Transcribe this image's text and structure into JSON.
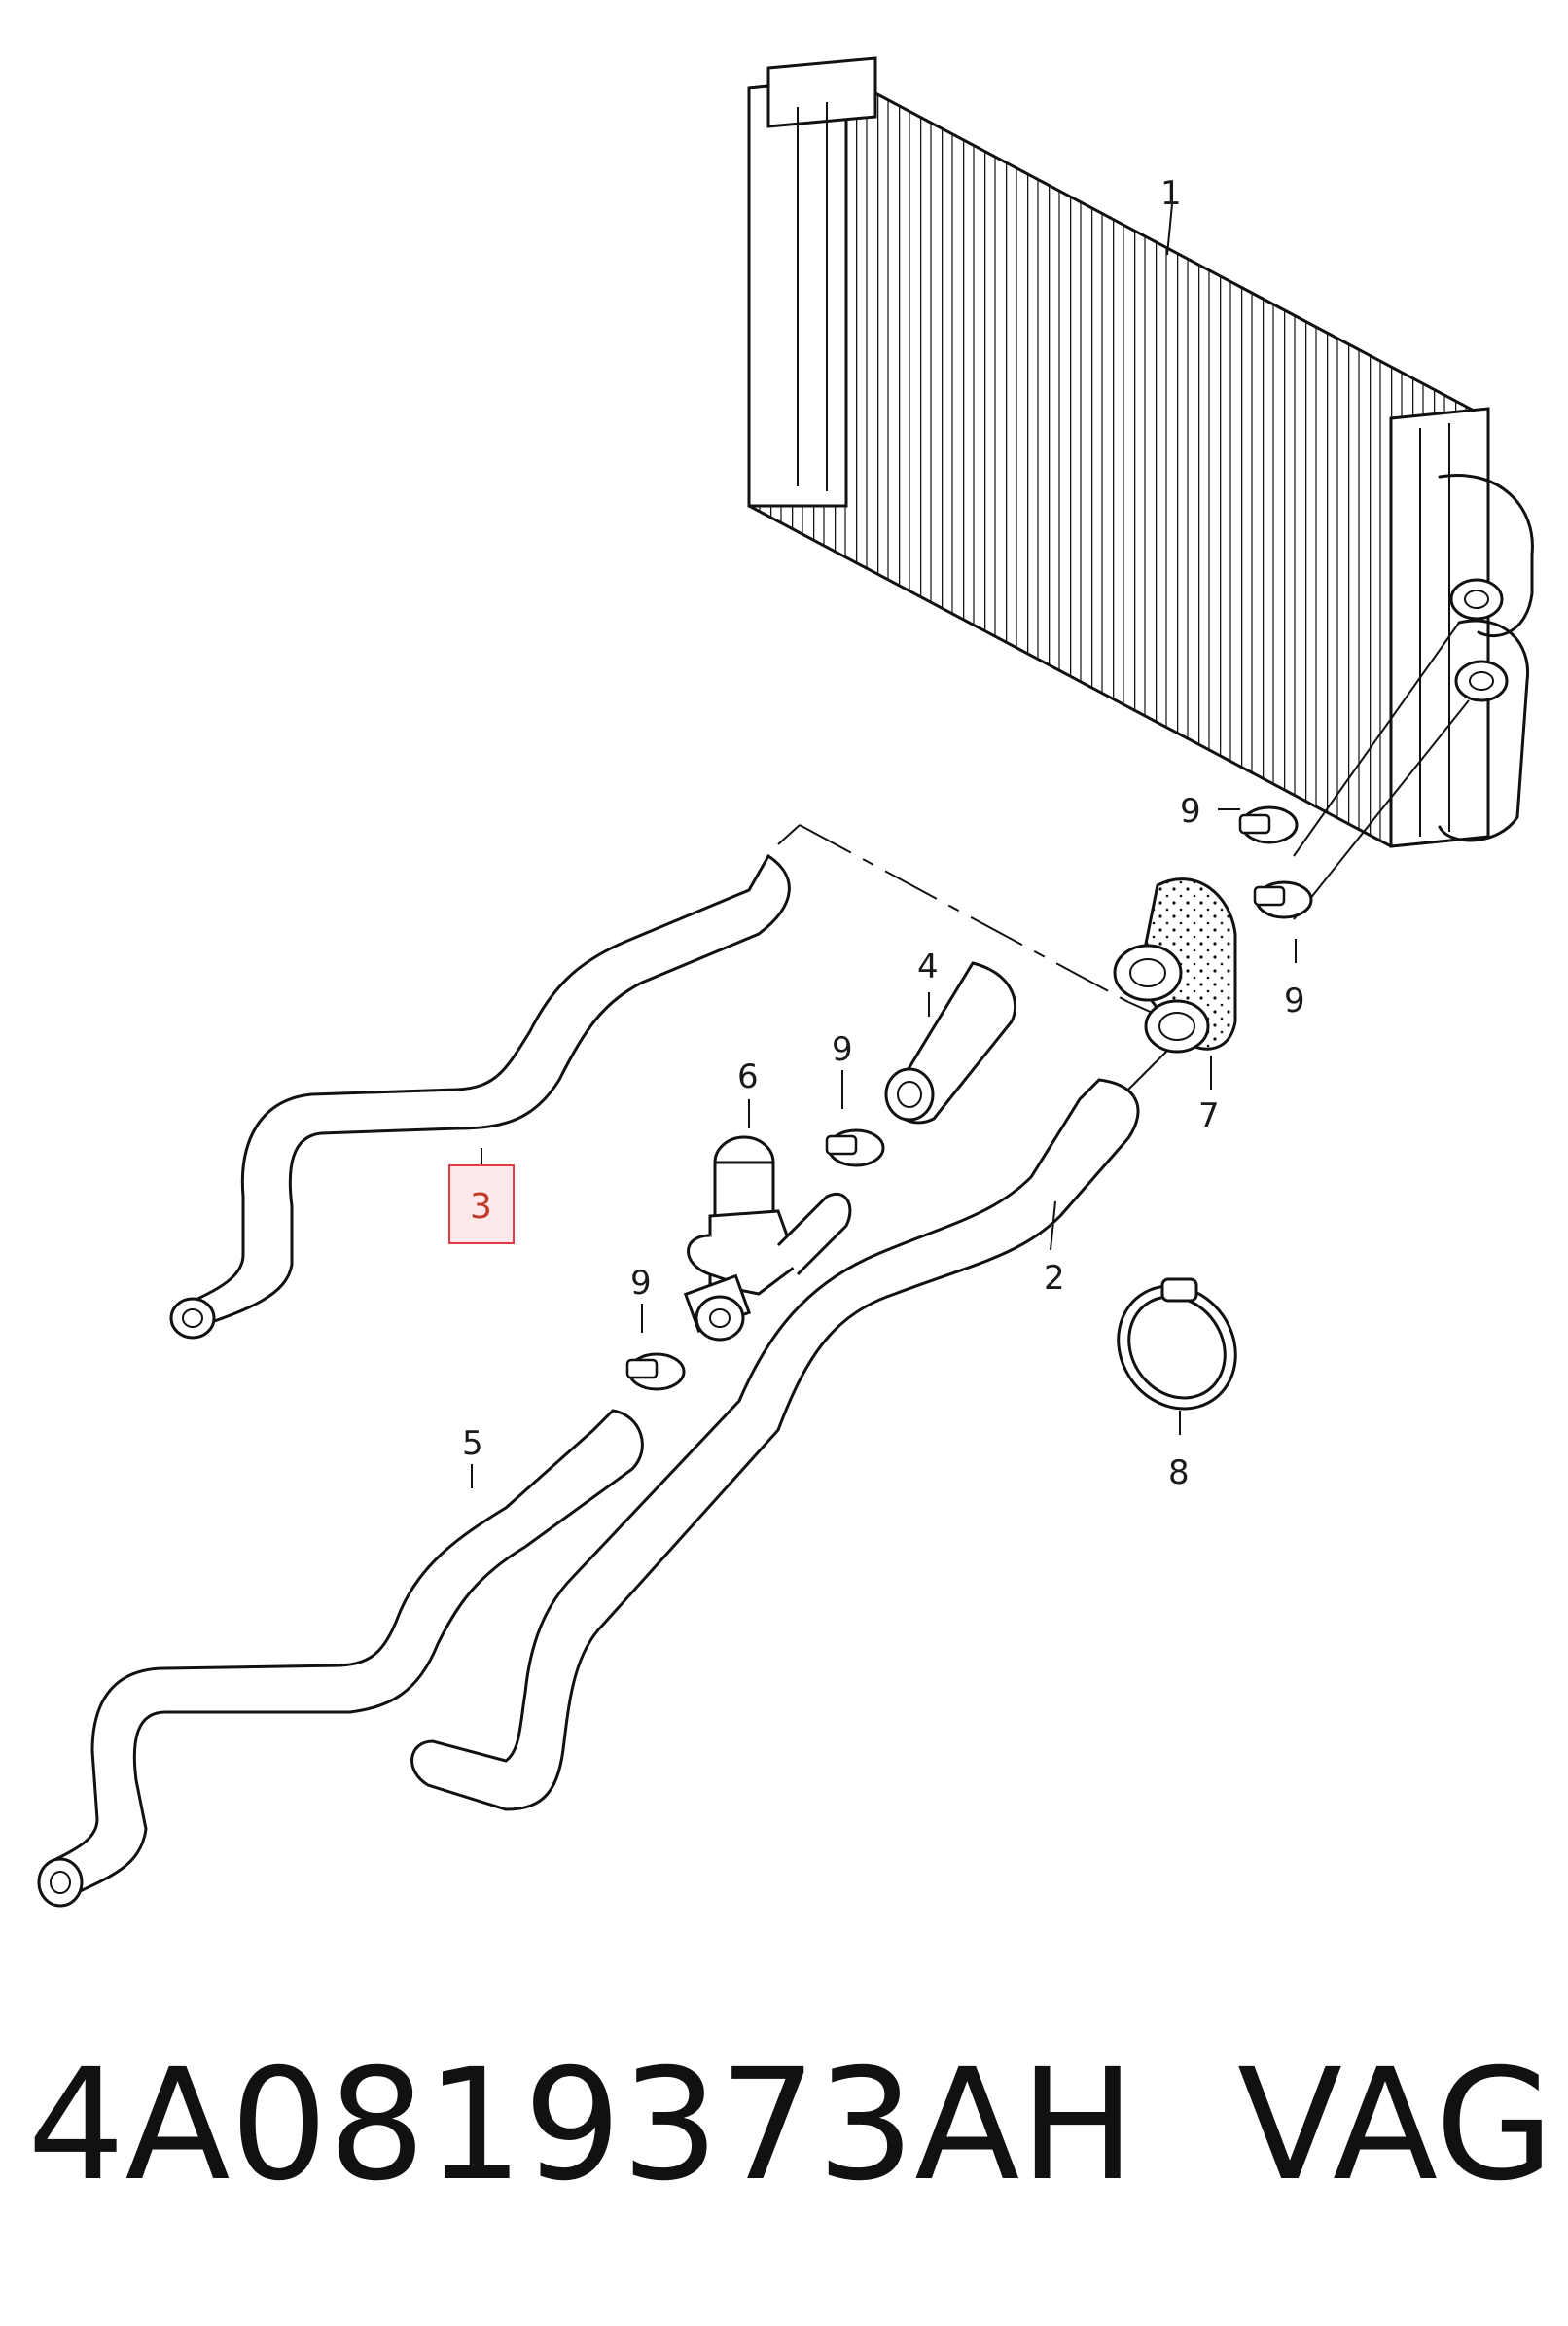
{
  "diagram": {
    "callouts": [
      "1",
      "2",
      "3",
      "4",
      "5",
      "6",
      "7",
      "8",
      "9",
      "9",
      "9",
      "9"
    ],
    "highlighted_callout": "3",
    "colors": {
      "highlight": "#e63946",
      "highlight_fill": "#fde8ea",
      "line": "#111111"
    }
  },
  "caption": {
    "part_number": "4A0819373AH",
    "brand": "VAG"
  }
}
